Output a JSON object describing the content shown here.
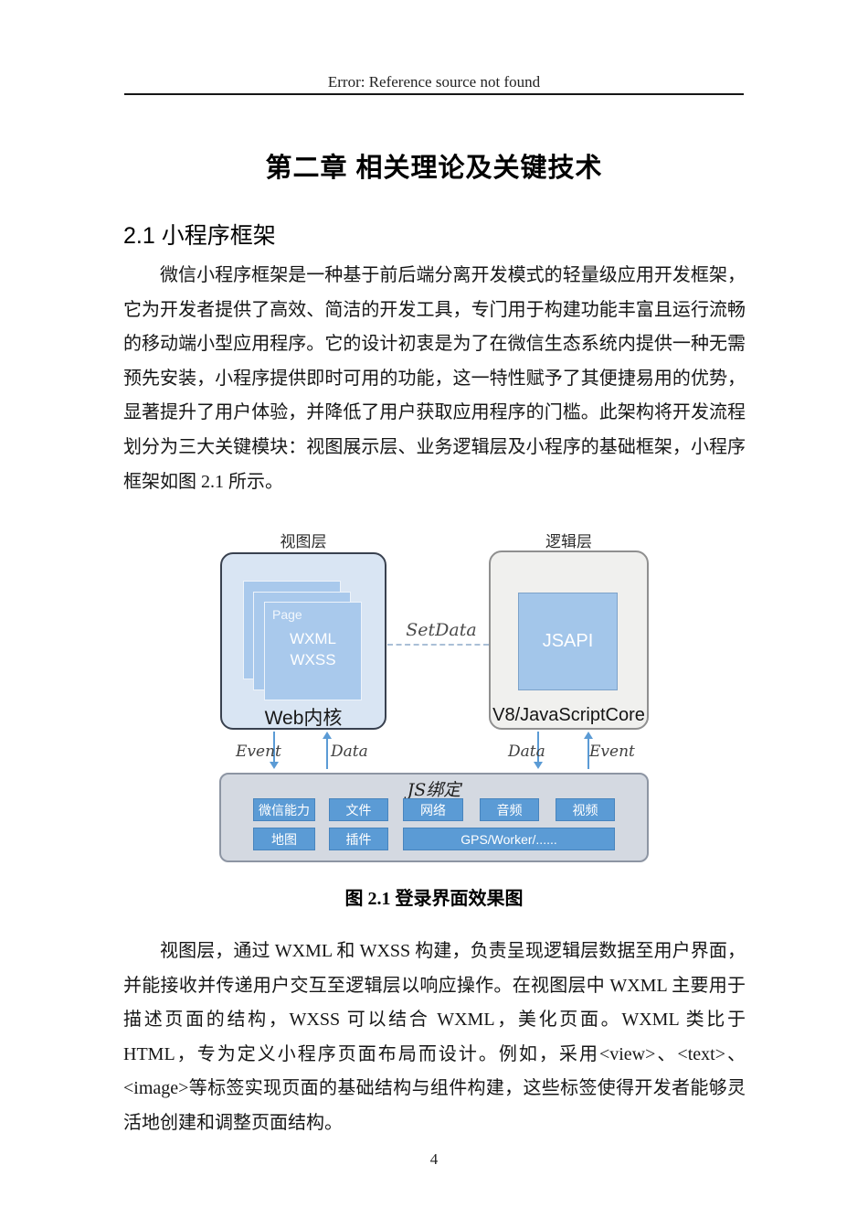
{
  "page": {
    "header": "Error: Reference source not found",
    "chapter_title": "第二章 相关理论及关键技术",
    "section_heading": "2.1 小程序框架",
    "paragraph1": "微信小程序框架是一种基于前后端分离开发模式的轻量级应用开发框架，它为开发者提供了高效、简洁的开发工具，专门用于构建功能丰富且运行流畅的移动端小型应用程序。它的设计初衷是为了在微信生态系统内提供一种无需预先安装，小程序提供即时可用的功能，这一特性赋予了其便捷易用的优势，显著提升了用户体验，并降低了用户获取应用程序的门槛。此架构将开发流程划分为三大关键模块：视图展示层、业务逻辑层及小程序的基础框架，小程序框架如图 2.1 所示。",
    "figure_caption": "图 2.1 登录界面效果图",
    "paragraph2": "视图层，通过 WXML 和 WXSS 构建，负责呈现逻辑层数据至用户界面，并能接收并传递用户交互至逻辑层以响应操作。在视图层中 WXML 主要用于描述页面的结构，WXSS 可以结合 WXML，美化页面。WXML 类比于 HTML，专为定义小程序页面布局而设计。例如，采用<view>、<text>、<image>等标签实现页面的基础结构与组件构建，这些标签使得开发者能够灵活地创建和调整页面结构。",
    "page_number": "4"
  },
  "diagram": {
    "view_layer_label": "视图层",
    "logic_layer_label": "逻辑层",
    "page_label": "Page",
    "wxml": "WXML",
    "wxss": "WXSS",
    "web_kernel": "Web内核",
    "jsapi": "JSAPI",
    "v8_label": "V8/JavaScriptCore",
    "setdata_label": "SetData",
    "event_label": "Event",
    "data_label": "Data",
    "js_binding_title": "JS绑定",
    "js_binding_row1": [
      "微信能力",
      "文件",
      "网络",
      "音频",
      "视频"
    ],
    "js_binding_row2": [
      "地图",
      "插件",
      "GPS/Worker/......"
    ]
  },
  "colors": {
    "accent_blue": "#5b9bd5",
    "page_card_blue": "#a9c9ec",
    "view_box_fill": "#d9e5f3",
    "logic_box_fill": "#f0f0ee",
    "js_box_fill": "#d4d9e1",
    "rule_black": "#161616"
  }
}
